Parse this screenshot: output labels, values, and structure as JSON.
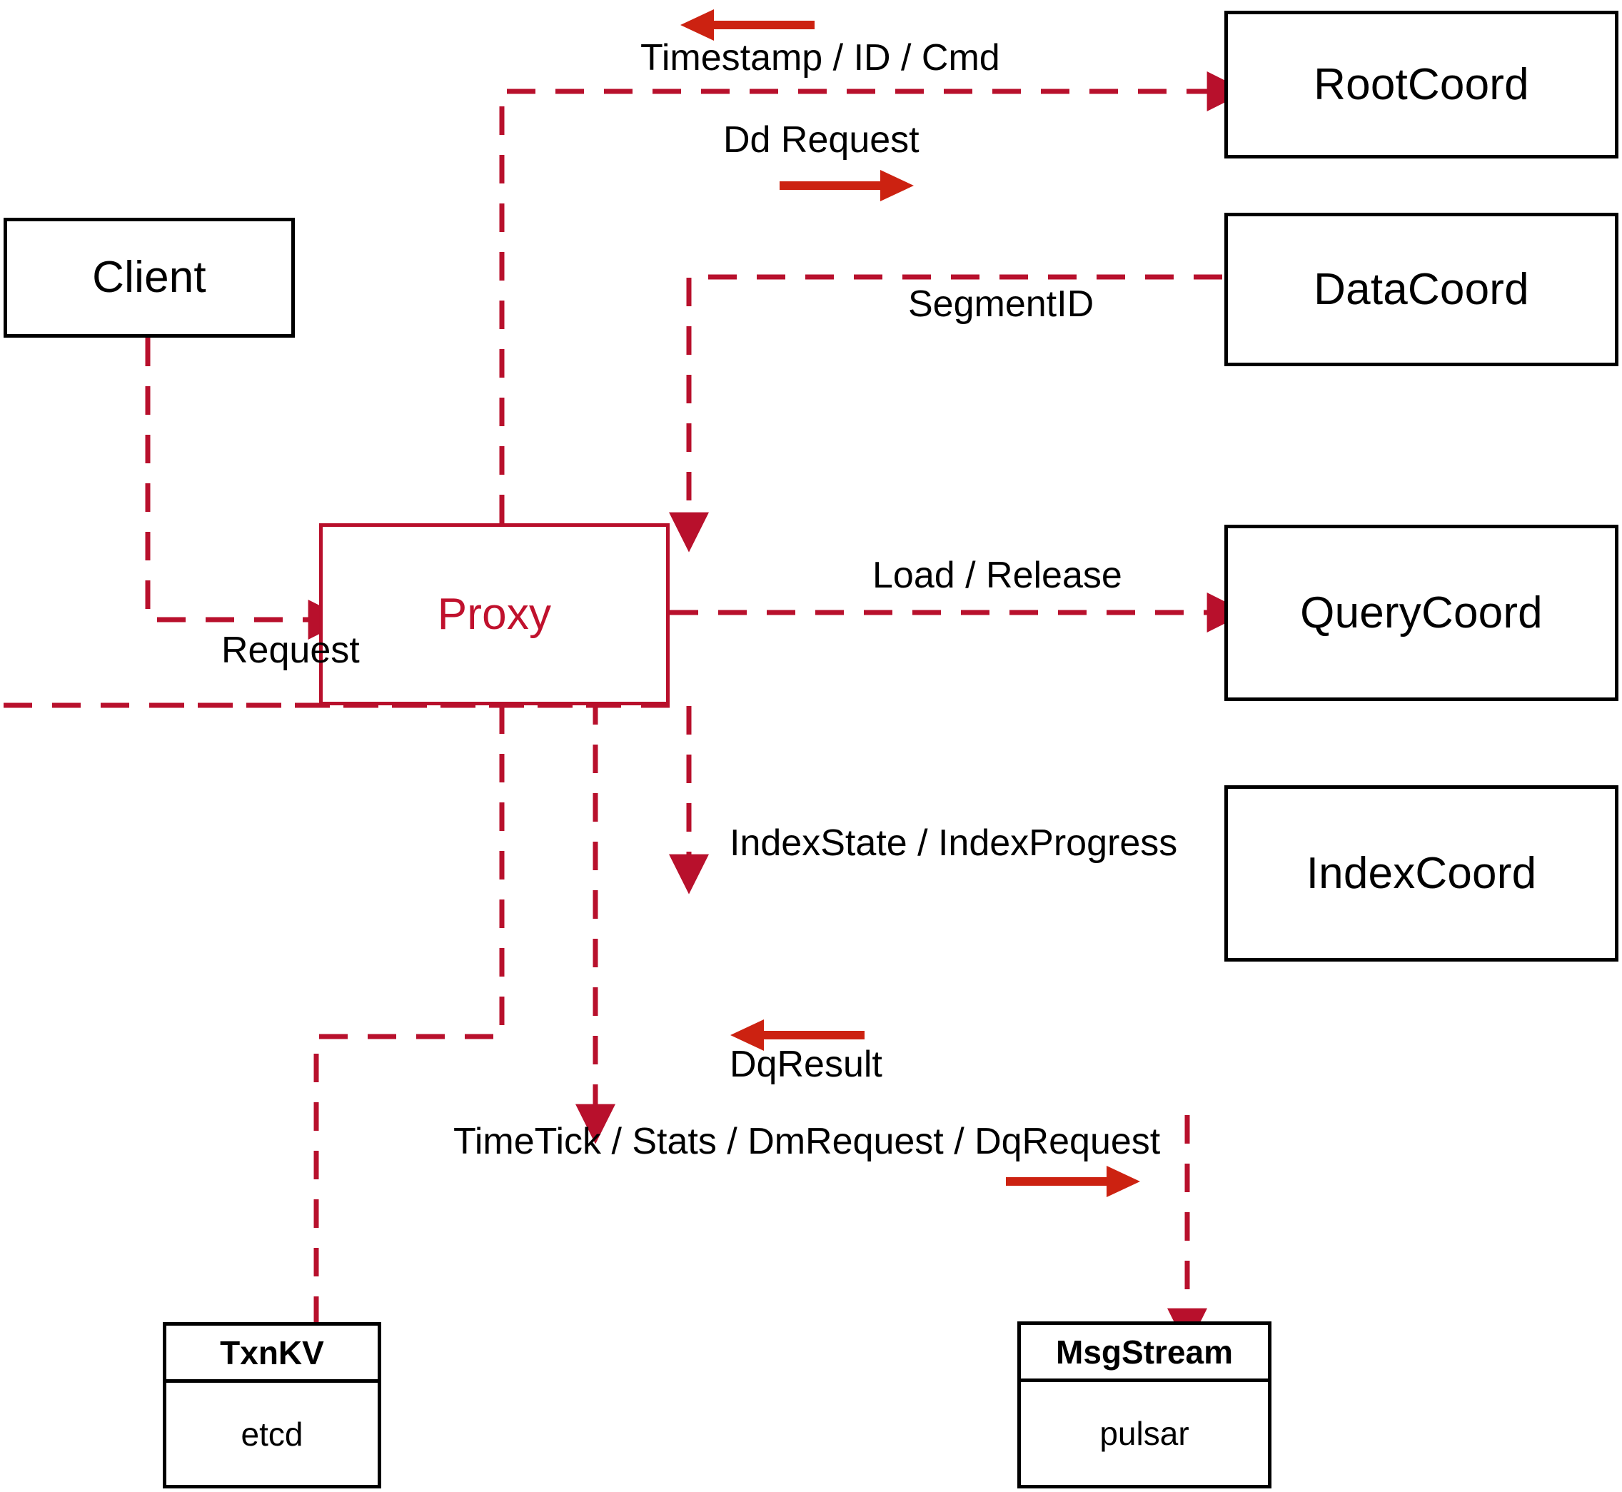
{
  "diagram": {
    "title": "Proxy component interaction diagram",
    "colors": {
      "node_border": "#000000",
      "proxy_border": "#b80f2b",
      "proxy_text": "#c0112d",
      "dashed_edge": "#b8102c",
      "flow_arrow": "#cc2211",
      "background": "#ffffff"
    }
  },
  "nodes": {
    "client": {
      "label": "Client"
    },
    "proxy": {
      "label": "Proxy"
    },
    "root_coord": {
      "label": "RootCoord"
    },
    "data_coord": {
      "label": "DataCoord"
    },
    "query_coord": {
      "label": "QueryCoord"
    },
    "index_coord": {
      "label": "IndexCoord"
    },
    "txnkv": {
      "title": "TxnKV",
      "impl": "etcd"
    },
    "msgstream": {
      "title": "MsgStream",
      "impl": "pulsar"
    }
  },
  "edge_labels": {
    "timestamp_id_cmd": "Timestamp / ID / Cmd",
    "dd_request": "Dd Request",
    "segment_id": "SegmentID",
    "request": "Request",
    "load_release": "Load / Release",
    "index_state_progress": "IndexState / IndexProgress",
    "dq_result": "DqResult",
    "timetick_stats": "TimeTick / Stats / DmRequest / DqRequest"
  },
  "flow_arrows": [
    {
      "name": "timestamp-flow-arrow",
      "direction": "left"
    },
    {
      "name": "dd-request-flow-arrow",
      "direction": "right"
    },
    {
      "name": "dq-result-flow-arrow",
      "direction": "left"
    },
    {
      "name": "timetick-flow-arrow",
      "direction": "right"
    }
  ]
}
